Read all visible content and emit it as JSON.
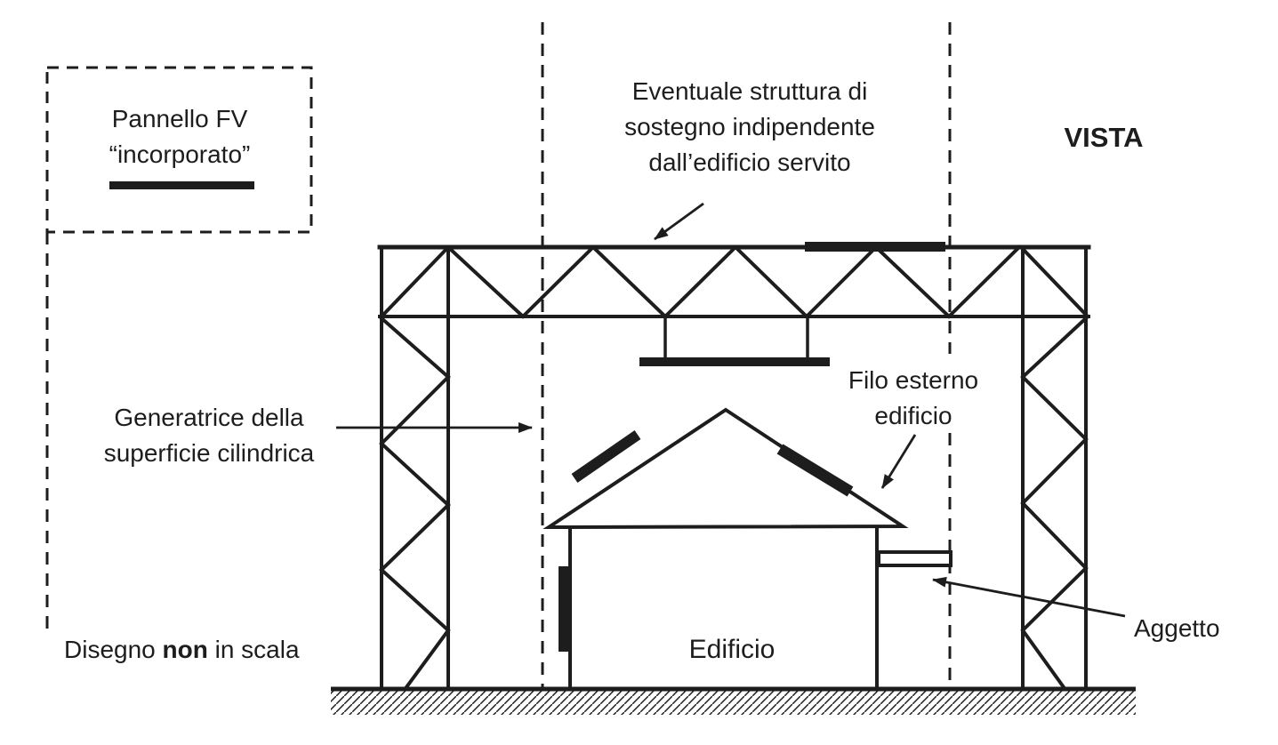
{
  "colors": {
    "ink": "#1d1d1d",
    "background": "#ffffff"
  },
  "legend": {
    "line1": "Pannello FV",
    "line2": "“incorporato”",
    "symbol": "pv-panel-bar"
  },
  "annotations": {
    "support": {
      "line1": "Eventuale struttura di",
      "line2": "sostegno indipendente",
      "line3": "dall’edificio servito"
    },
    "view_label": "VISTA",
    "generatrix": {
      "line1": "Generatrice della",
      "line2": "superficie cilindrica"
    },
    "external_edge": {
      "line1": "Filo esterno",
      "line2": "edificio"
    },
    "building_label": "Edificio",
    "overhang_label": "Aggetto",
    "scale_note": {
      "prefix": "Disegno ",
      "bold": "non",
      "suffix": " in scala"
    }
  }
}
